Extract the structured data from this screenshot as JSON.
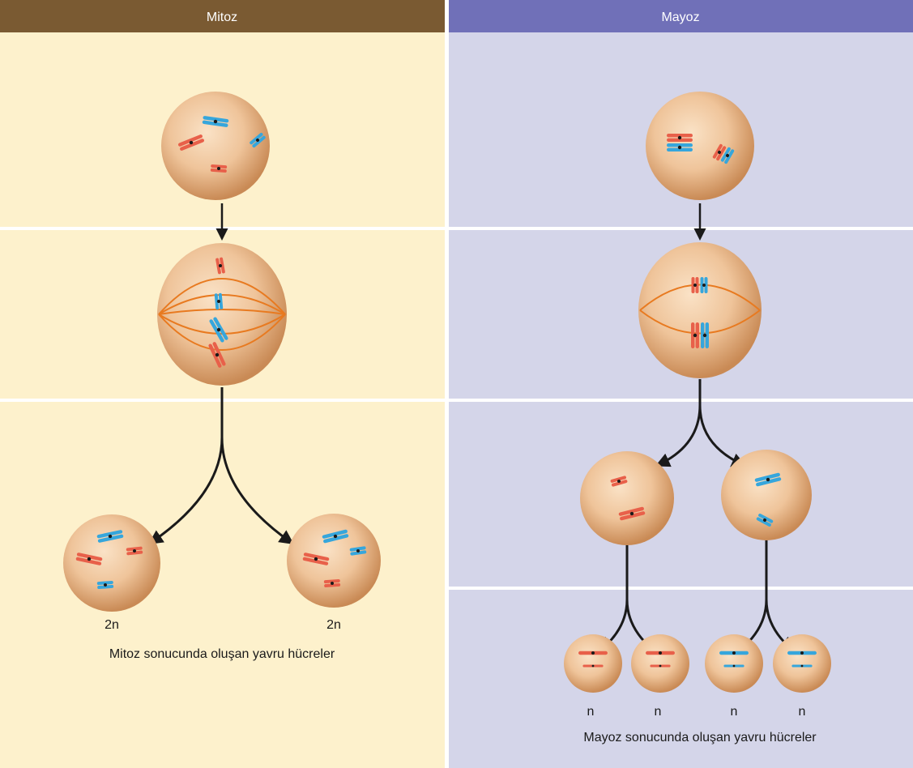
{
  "mitosis": {
    "header": "Mitoz",
    "ploidy_left": "2n",
    "ploidy_right": "2n",
    "caption": "Mitoz sonucunda oluşan yavru hücreler"
  },
  "meiosis": {
    "header": "Mayoz",
    "ploidy": [
      "n",
      "n",
      "n",
      "n"
    ],
    "caption": "Mayoz sonucunda oluşan yavru hücreler"
  },
  "colors": {
    "mitosis_header": "#7a5a32",
    "meiosis_header": "#7070b8",
    "mitosis_bg": "#fdf1cc",
    "meiosis_bg": "#d4d5e9",
    "chromosome_red": "#e8604a",
    "chromosome_blue": "#36a6dc",
    "spindle": "#e87a20",
    "arrow": "#1a1a1a"
  }
}
